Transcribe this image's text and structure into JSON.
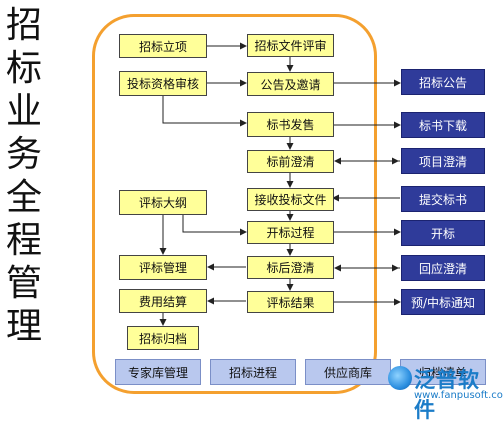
{
  "title_chars": [
    "招",
    "标",
    "业",
    "务",
    "全",
    "程",
    "管",
    "理"
  ],
  "nodes": {
    "zhaobiao_lixiang": "招标立项",
    "toubiao_zige_shenhe": "投标资格审核",
    "pingbiao_dagang": "评标大纲",
    "pingbiao_guanli": "评标管理",
    "feiyong_jiesuan": "费用结算",
    "zhaobiao_guidang": "招标归档",
    "zhaobiao_wenjian_pingshen": "招标文件评审",
    "gonggao_ji_yaoqing": "公告及邀请",
    "biaoshu_fashou": "标书发售",
    "biaoqian_chengqing": "标前澄清",
    "jieshou_toubiao_wenjian": "接收投标文件",
    "kaibiao_guocheng": "开标过程",
    "biaohou_chengqing": "标后澄清",
    "pingbiao_jieguo": "评标结果"
  },
  "right_nodes": {
    "zhaobiao_gonggao": "招标公告",
    "biaoshu_xiazai": "标书下载",
    "xiangmu_chengqing": "项目澄清",
    "tijiao_biaoshu": "提交标书",
    "kaibiao": "开标",
    "huiying_chengqing": "回应澄清",
    "yu_zhongbiao_tongzhi": "预/中标通知"
  },
  "bottom_bar": [
    "专家库管理",
    "招标进程",
    "供应商库",
    "归档清单"
  ],
  "logo": {
    "name": "泛普软件",
    "url": "www.fanpusoft.com"
  },
  "colors": {
    "frame": "#f4a02f",
    "node_yellow": "#ffff99",
    "node_blue": "#2f3b9a",
    "bar_light_blue": "#b9c8ee"
  }
}
